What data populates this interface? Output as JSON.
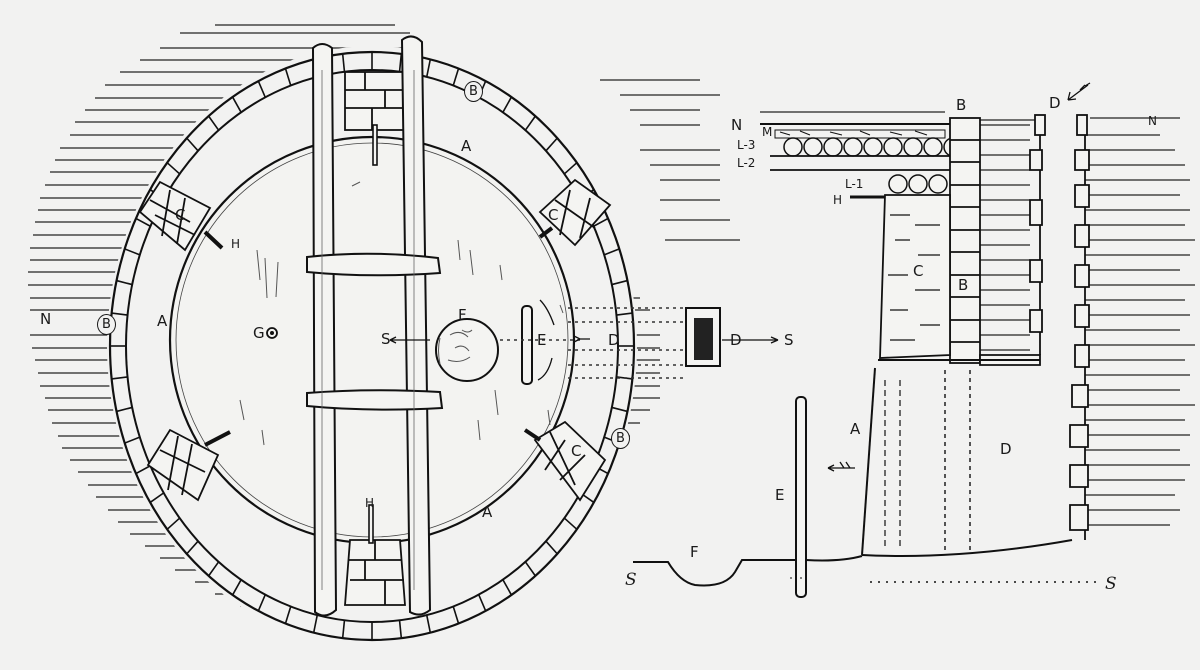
{
  "diagram": {
    "type": "archaeological plan and section drawing",
    "plan_view": {
      "labels": {
        "north": "N",
        "outer_wall_left": "B",
        "outer_wall_top": "B",
        "outer_wall_right": "B",
        "ring_left": "A",
        "ring_top": "A",
        "ring_bottom": "A",
        "buttress_ul": "C",
        "buttress_ur": "C",
        "buttress_lr": "C",
        "post_ul": "H",
        "post_bottom": "H",
        "sipapu": "G",
        "fire_pit": "F",
        "deflector": "E",
        "vent_arrow": "D",
        "south_arrow": "S"
      }
    },
    "vent_shaft": {
      "label": "D",
      "direction": "S"
    },
    "section_view": {
      "labels": {
        "north": "N",
        "roof_top": "M",
        "layer3": "L-3",
        "layer2": "L-2",
        "layer1": "L-1",
        "post": "H",
        "wall_top": "B",
        "wall_mid": "B",
        "bench": "C",
        "vent_top": "D",
        "north_right": "N",
        "lower_wall": "A",
        "chamber": "D",
        "deflector": "E",
        "fire_pit": "F",
        "south_left": "S",
        "south_right": "S"
      }
    }
  }
}
